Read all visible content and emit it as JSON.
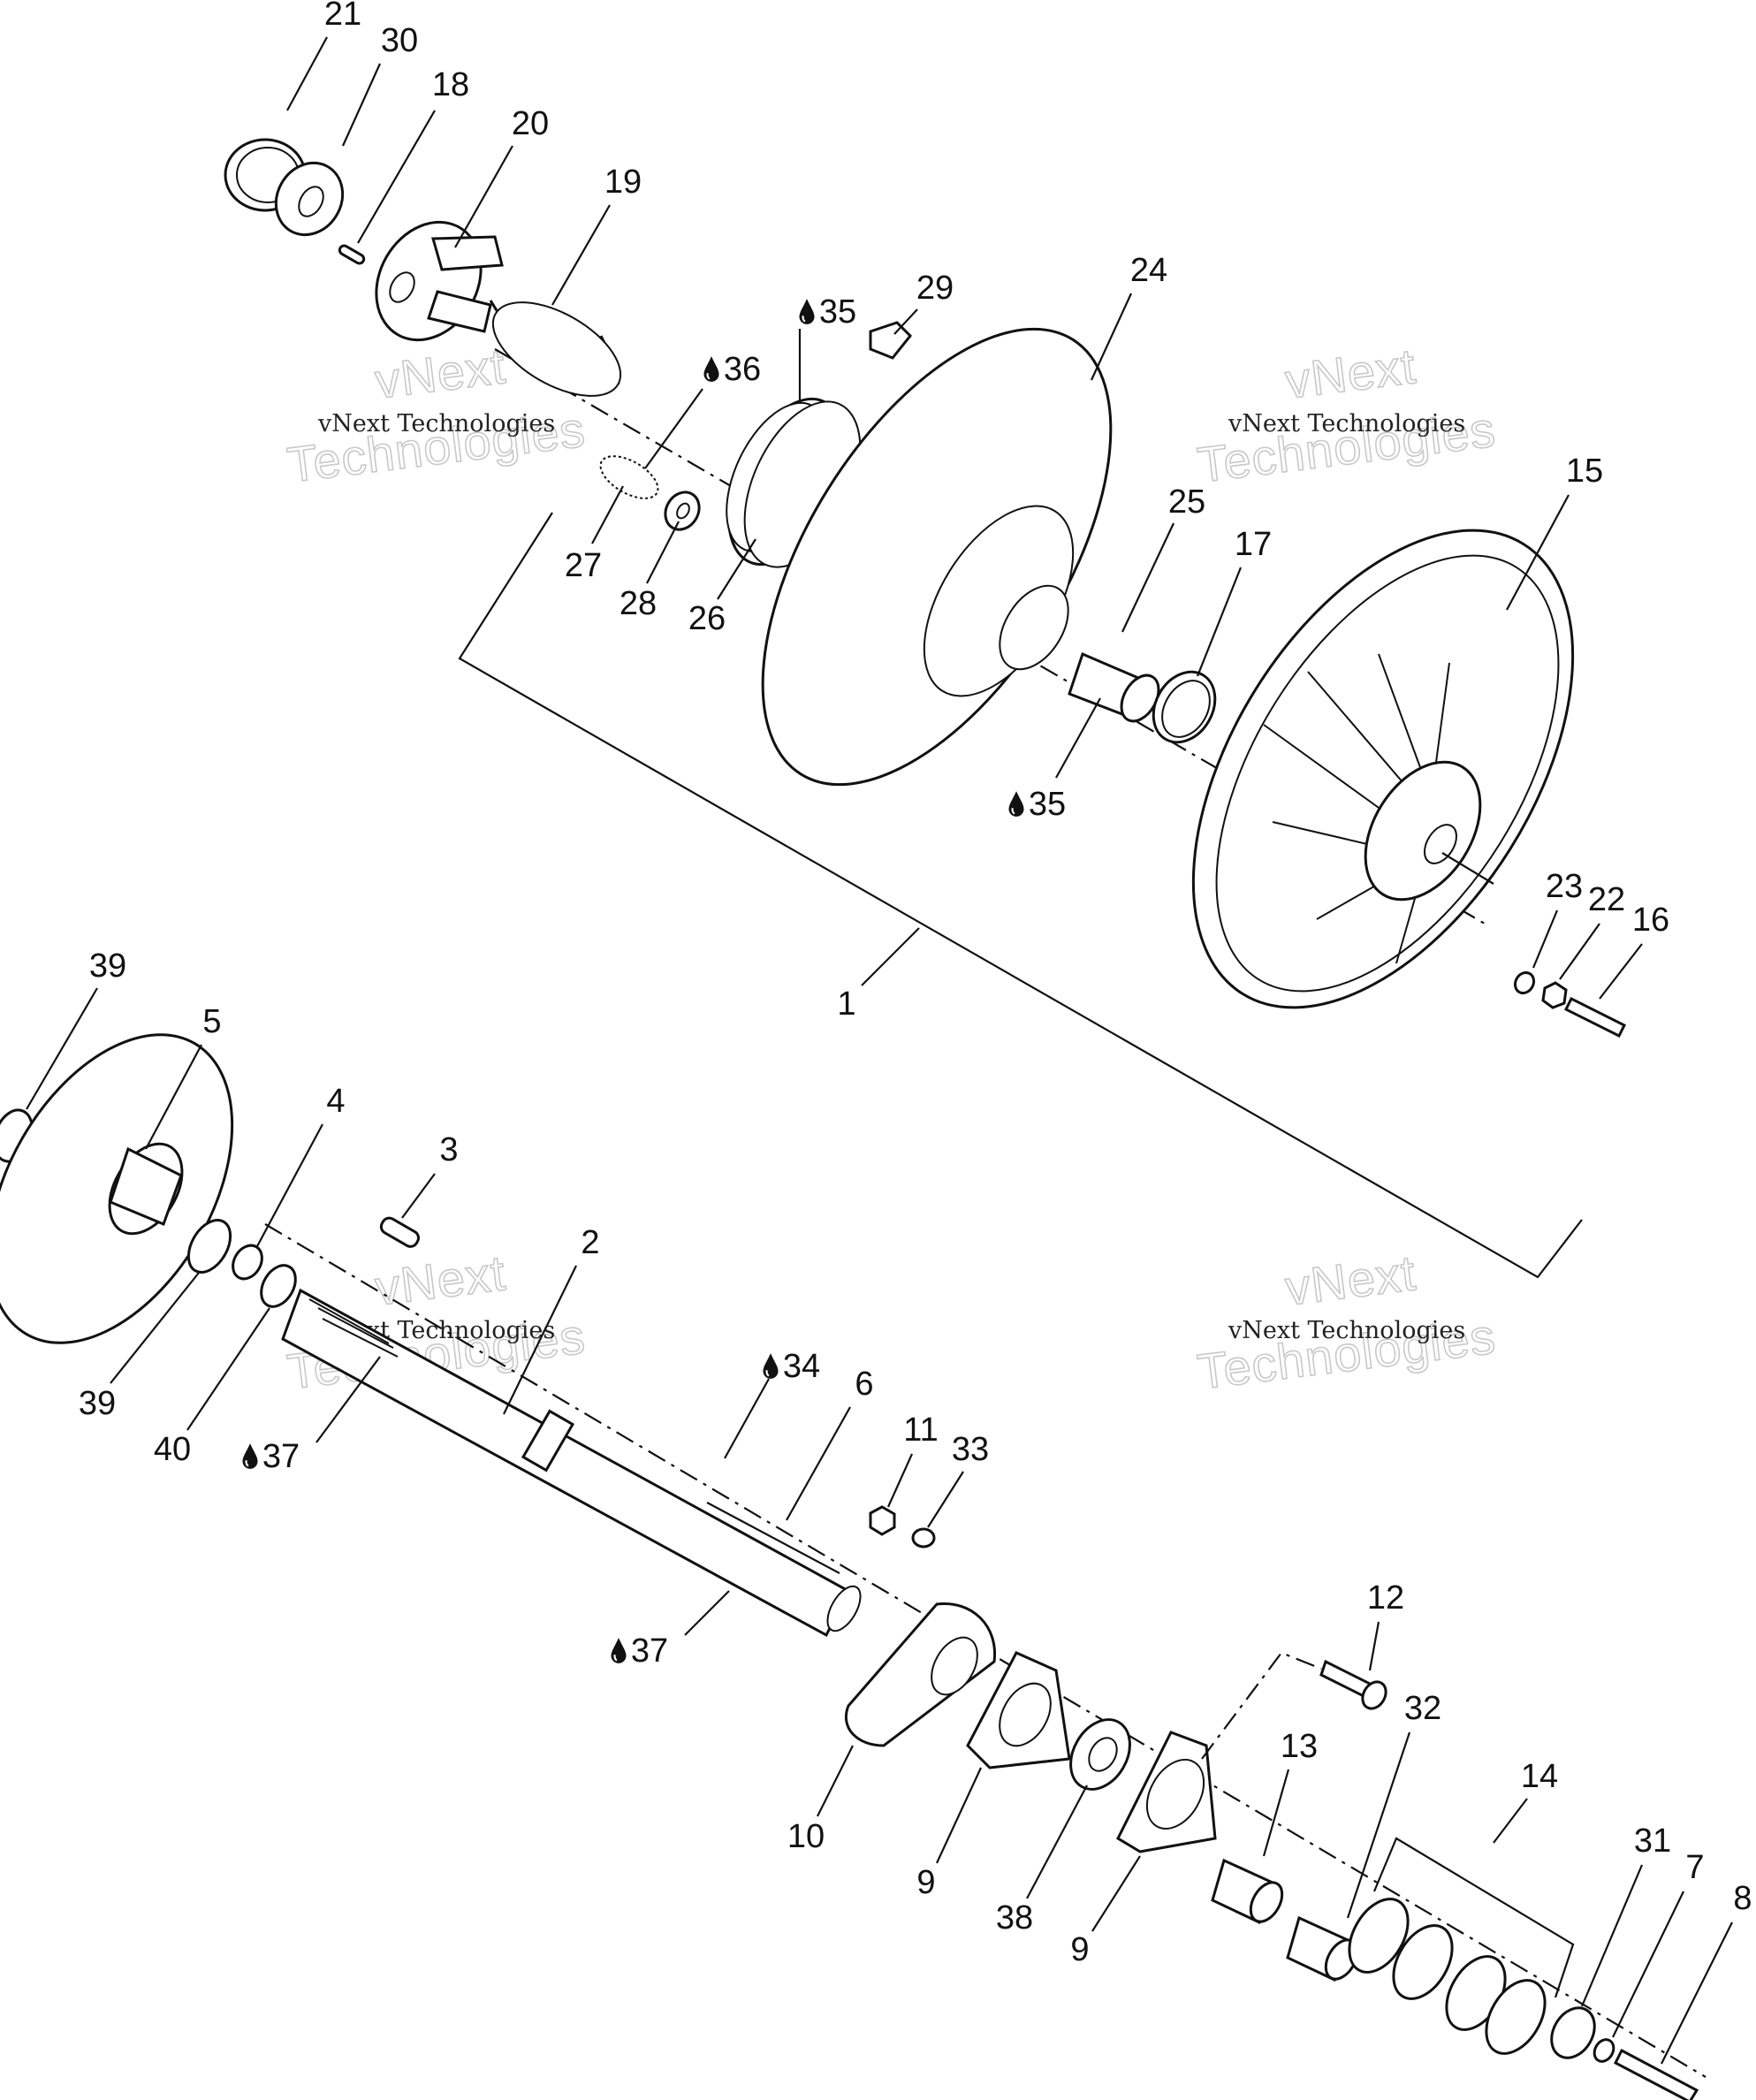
{
  "diagram": {
    "watermarks": [
      {
        "id": "wm-1",
        "line1": "vNext Technologies",
        "line2": "vNext",
        "line3": "Technologies"
      },
      {
        "id": "wm-2",
        "line1": "vNext Technologies",
        "line2": "vNext",
        "line3": "Technologies"
      },
      {
        "id": "wm-3",
        "line1": "vNext Technologies",
        "line2": "vNext",
        "line3": "Technologies"
      },
      {
        "id": "wm-4",
        "line1": "vNext Technologies",
        "line2": "vNext",
        "line3": "Technologies"
      }
    ],
    "callouts": [
      {
        "id": "c21",
        "label": "21"
      },
      {
        "id": "c30",
        "label": "30"
      },
      {
        "id": "c18",
        "label": "18"
      },
      {
        "id": "c20",
        "label": "20"
      },
      {
        "id": "c19",
        "label": "19"
      },
      {
        "id": "c35a",
        "label": "35",
        "oil": true
      },
      {
        "id": "c29",
        "label": "29"
      },
      {
        "id": "c24",
        "label": "24"
      },
      {
        "id": "c36",
        "label": "36",
        "oil": true
      },
      {
        "id": "c27",
        "label": "27"
      },
      {
        "id": "c28",
        "label": "28"
      },
      {
        "id": "c26",
        "label": "26"
      },
      {
        "id": "c25",
        "label": "25"
      },
      {
        "id": "c17",
        "label": "17"
      },
      {
        "id": "c15",
        "label": "15"
      },
      {
        "id": "c35b",
        "label": "35",
        "oil": true
      },
      {
        "id": "c23",
        "label": "23"
      },
      {
        "id": "c22",
        "label": "22"
      },
      {
        "id": "c16",
        "label": "16"
      },
      {
        "id": "c1",
        "label": "1"
      },
      {
        "id": "c39a",
        "label": "39"
      },
      {
        "id": "c5",
        "label": "5"
      },
      {
        "id": "c4",
        "label": "4"
      },
      {
        "id": "c3",
        "label": "3"
      },
      {
        "id": "c2",
        "label": "2"
      },
      {
        "id": "c39b",
        "label": "39"
      },
      {
        "id": "c40",
        "label": "40"
      },
      {
        "id": "c37a",
        "label": "37",
        "oil": true
      },
      {
        "id": "c34",
        "label": "34",
        "oil": true
      },
      {
        "id": "c6",
        "label": "6"
      },
      {
        "id": "c11",
        "label": "11"
      },
      {
        "id": "c33",
        "label": "33"
      },
      {
        "id": "c37b",
        "label": "37",
        "oil": true
      },
      {
        "id": "c12",
        "label": "12"
      },
      {
        "id": "c32",
        "label": "32"
      },
      {
        "id": "c13",
        "label": "13"
      },
      {
        "id": "c14",
        "label": "14"
      },
      {
        "id": "c10",
        "label": "10"
      },
      {
        "id": "c9a",
        "label": "9"
      },
      {
        "id": "c38",
        "label": "38"
      },
      {
        "id": "c9b",
        "label": "9"
      },
      {
        "id": "c31",
        "label": "31"
      },
      {
        "id": "c7",
        "label": "7"
      },
      {
        "id": "c8",
        "label": "8"
      }
    ]
  }
}
